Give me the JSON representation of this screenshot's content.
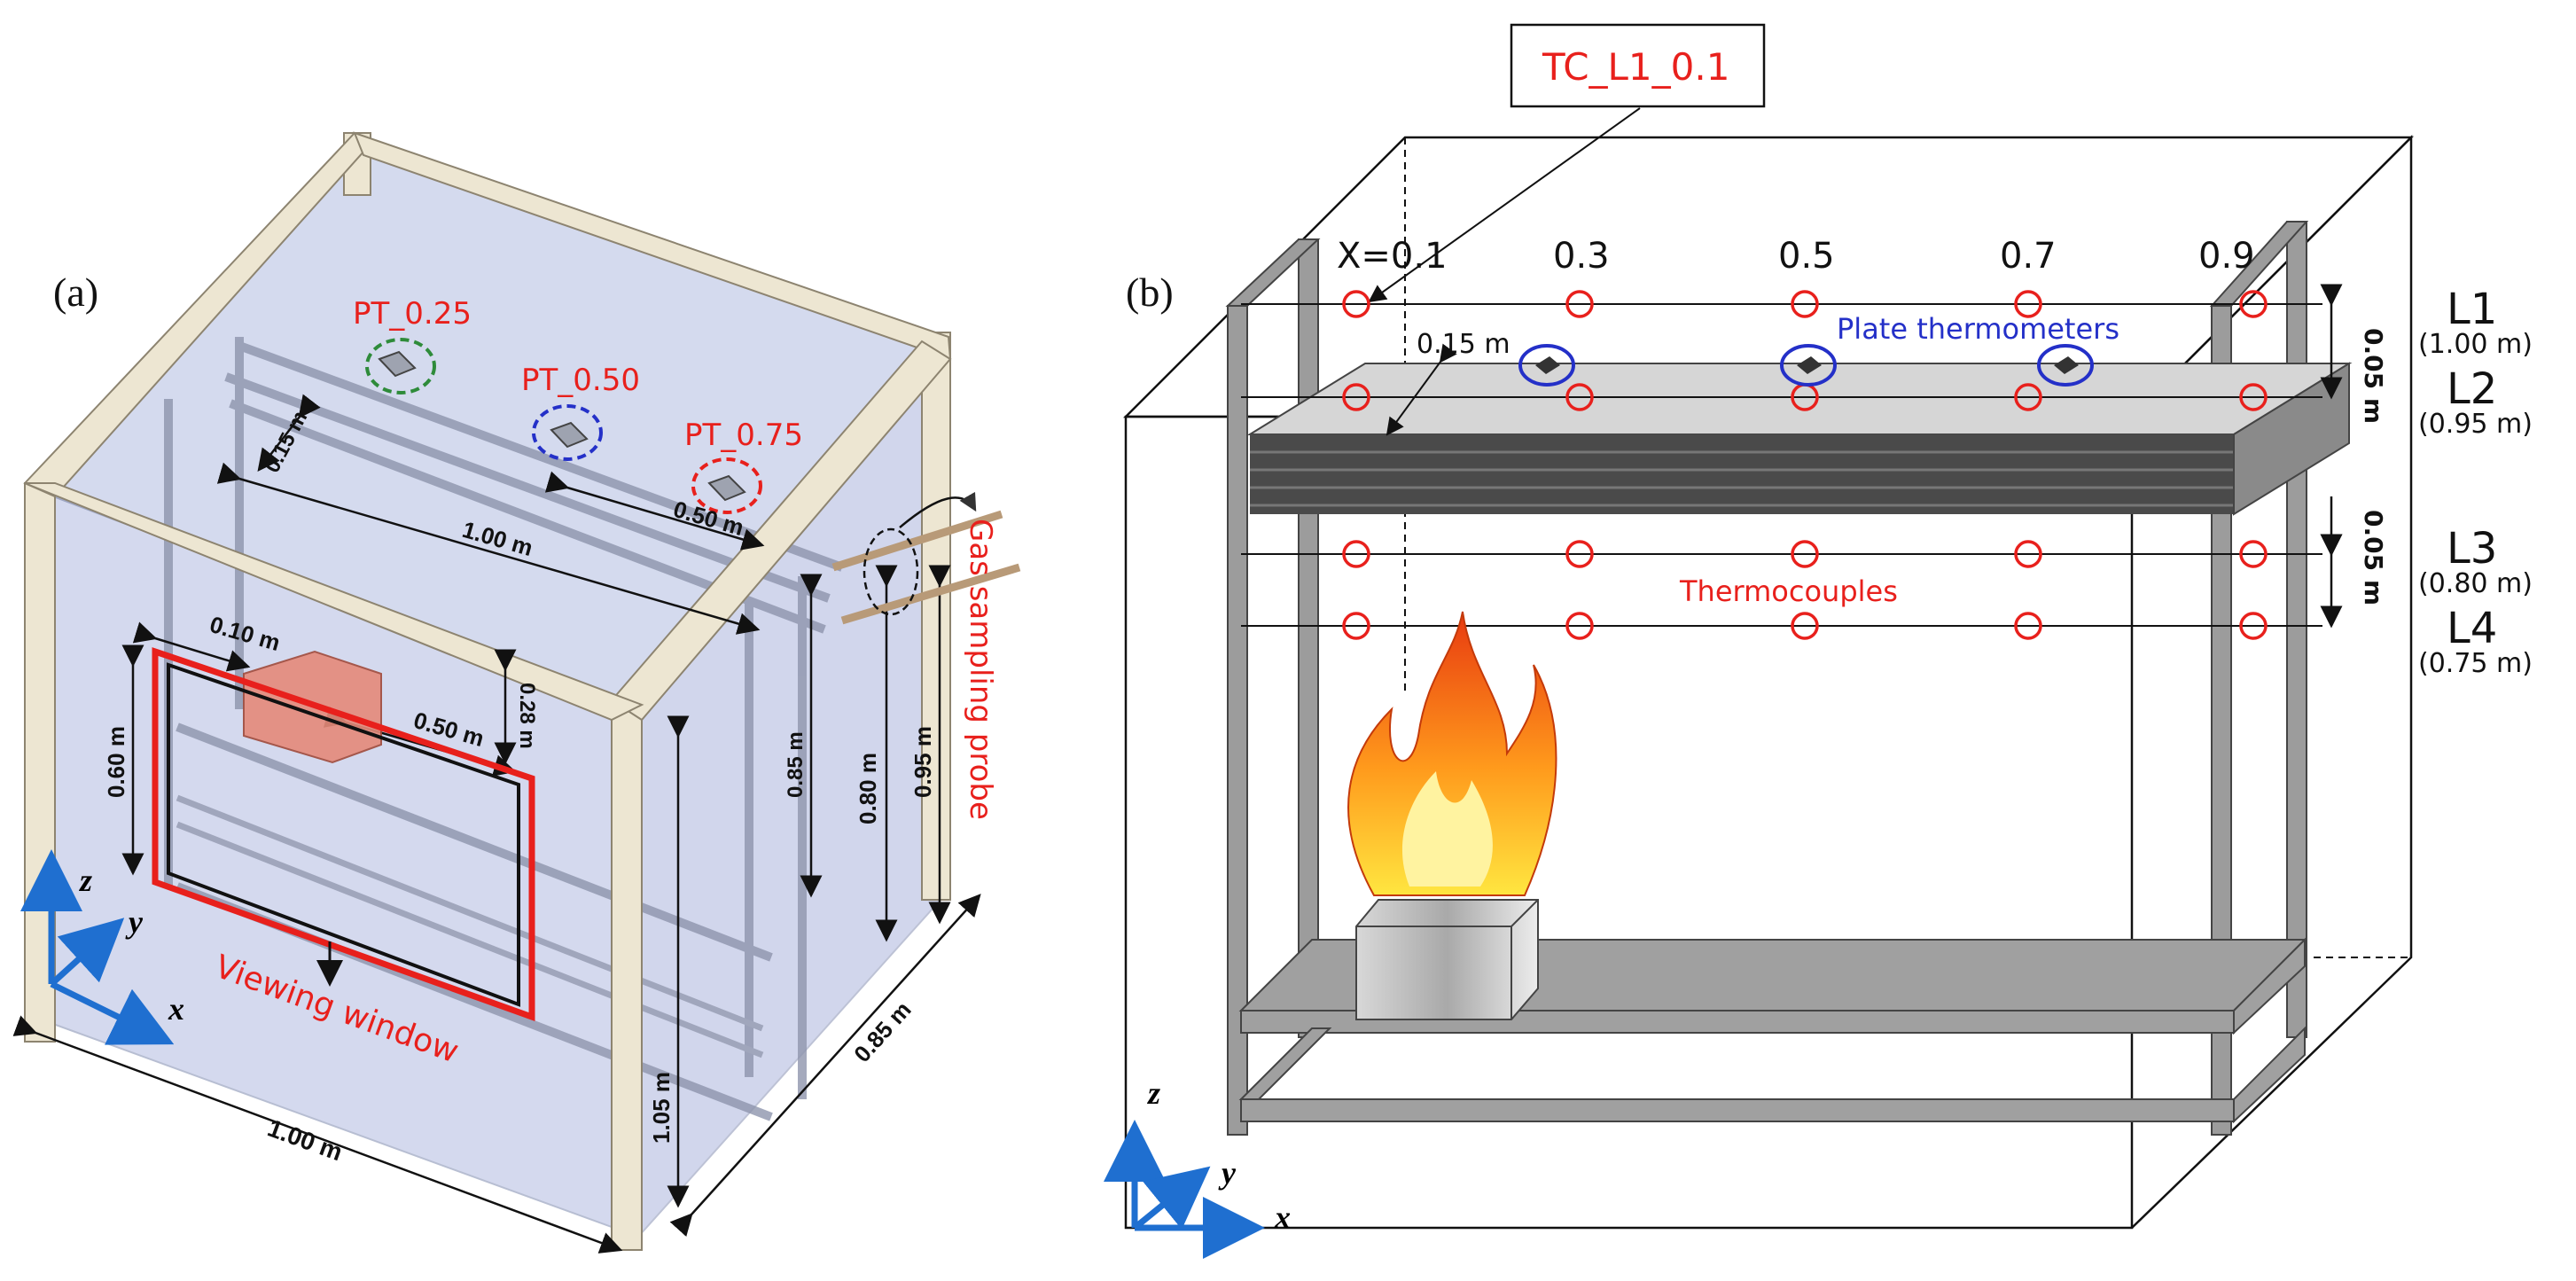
{
  "panel_a": {
    "label": "(a)",
    "plate_thermometers": [
      "PT_0.25",
      "PT_0.50",
      "PT_0.75"
    ],
    "dimensions": {
      "d_015": "0.15 m",
      "d_100_top": "1.00 m",
      "d_050_top": "0.50 m",
      "d_010": "0.10 m",
      "d_028": "0.28 m",
      "d_050_mid": "0.50 m",
      "d_060": "0.60 m",
      "d_085_v": "0.85 m",
      "d_080": "0.80 m",
      "d_095": "0.95 m",
      "d_105": "1.05 m",
      "d_085_depth": "0.85 m",
      "d_100_bottom": "1.00 m"
    },
    "probe_label": "Gas sampling probe",
    "window_label": "Viewing window",
    "axes": {
      "z": "z",
      "y": "y",
      "x": "x"
    },
    "colors": {
      "frame": "#ede6d2",
      "box_fill": "#c9d0ea",
      "window": "#e8201c",
      "pt1": "#2e8b3a",
      "pt2": "#2430c8",
      "pt3": "#e8201c"
    }
  },
  "panel_b": {
    "label": "(b)",
    "tc_box": "TC_L1_0.1",
    "x_positions": [
      "X=0.1",
      "0.3",
      "0.5",
      "0.7",
      "0.9"
    ],
    "dim_015": "0.15 m",
    "plate_label": "Plate thermometers",
    "tc_label": "Thermocouples",
    "levels": [
      {
        "name": "L1",
        "height": "(1.00 m)"
      },
      {
        "name": "L2",
        "height": "(0.95 m)"
      },
      {
        "name": "L3",
        "height": "(0.80 m)"
      },
      {
        "name": "L4",
        "height": "(0.75 m)"
      }
    ],
    "spacing_1": "0.05 m",
    "spacing_2": "0.05 m",
    "axes": {
      "z": "z",
      "y": "y",
      "x": "x"
    },
    "colors": {
      "thermocouple": "#e8201c",
      "plate": "#2430c8",
      "frame": "#8c8c8c",
      "flame": "#f5761a"
    }
  }
}
